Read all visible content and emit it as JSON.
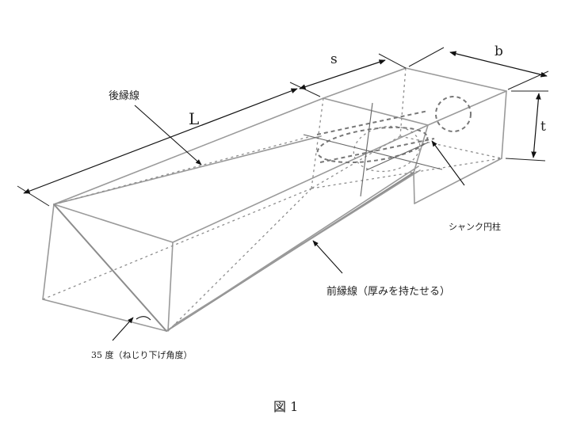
{
  "labels": {
    "L": "L",
    "s": "s",
    "b": "b",
    "t": "t",
    "trailing_edge": "後縁線",
    "shank": "シャンク円柱",
    "leading_edge": "前縁線（厚みを持たせる）",
    "twist_angle": "35 度（ねじり下げ角度）",
    "figure_caption": "図 1"
  },
  "colors": {
    "edge": "#9a9a9a",
    "dimension": "#111111",
    "text": "#222222"
  }
}
